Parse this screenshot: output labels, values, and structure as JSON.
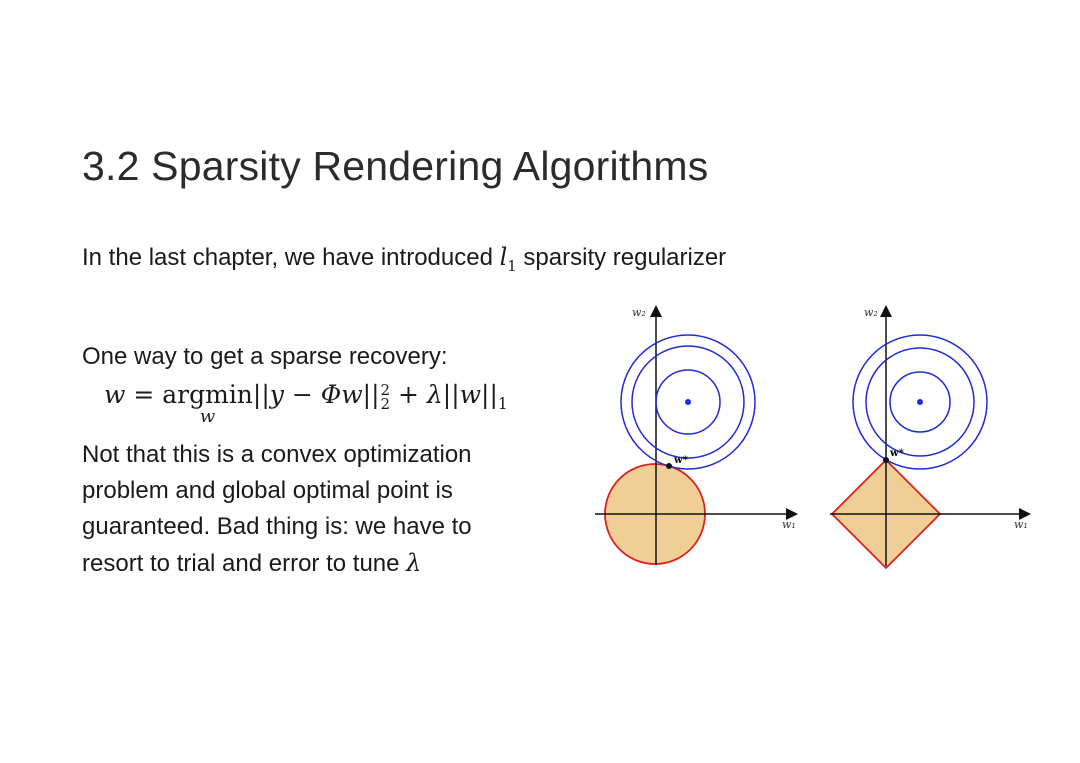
{
  "slide": {
    "title": "3.2 Sparsity Rendering Algorithms",
    "intro_prefix": "In the last chapter, we have introduced ",
    "intro_symbol": "l",
    "intro_symbol_sub": "1",
    "intro_suffix": " sparsity regularizer",
    "recovery_line": "One way to get a sparse recovery:",
    "formula": {
      "lhs": "w",
      "eq": " = ",
      "op": "argmin",
      "op_under": "w",
      "norm1_open": "||",
      "y": "y",
      "minus": " − ",
      "phi": "Φ",
      "w_inner": "w",
      "norm1_close": "||",
      "sq_sup": "2",
      "sq_sub": "2",
      "plus": " + ",
      "lambda": "λ",
      "norm2_open": "||",
      "w_reg": "w",
      "norm2_close": "||",
      "reg_sub": "1"
    },
    "note_lines": [
      "Not that this  is a convex optimization",
      "problem and global optimal point is",
      "guaranteed. Bad thing is: we have to",
      "resort to trial and error to tune "
    ],
    "note_lambda": "λ"
  },
  "figure": {
    "left_panel": {
      "y_axis": "w₂",
      "x_axis": "w₁",
      "point": "w*",
      "constraint": "l2-ball"
    },
    "right_panel": {
      "y_axis": "w₂",
      "x_axis": "w₁",
      "point": "w*",
      "constraint": "l1-ball"
    },
    "colors": {
      "contour": "#1f2bd6",
      "center": "#1f2bd6",
      "region_fill": "#efcf95",
      "region_stroke": "#e02020",
      "axis": "#111111"
    }
  }
}
